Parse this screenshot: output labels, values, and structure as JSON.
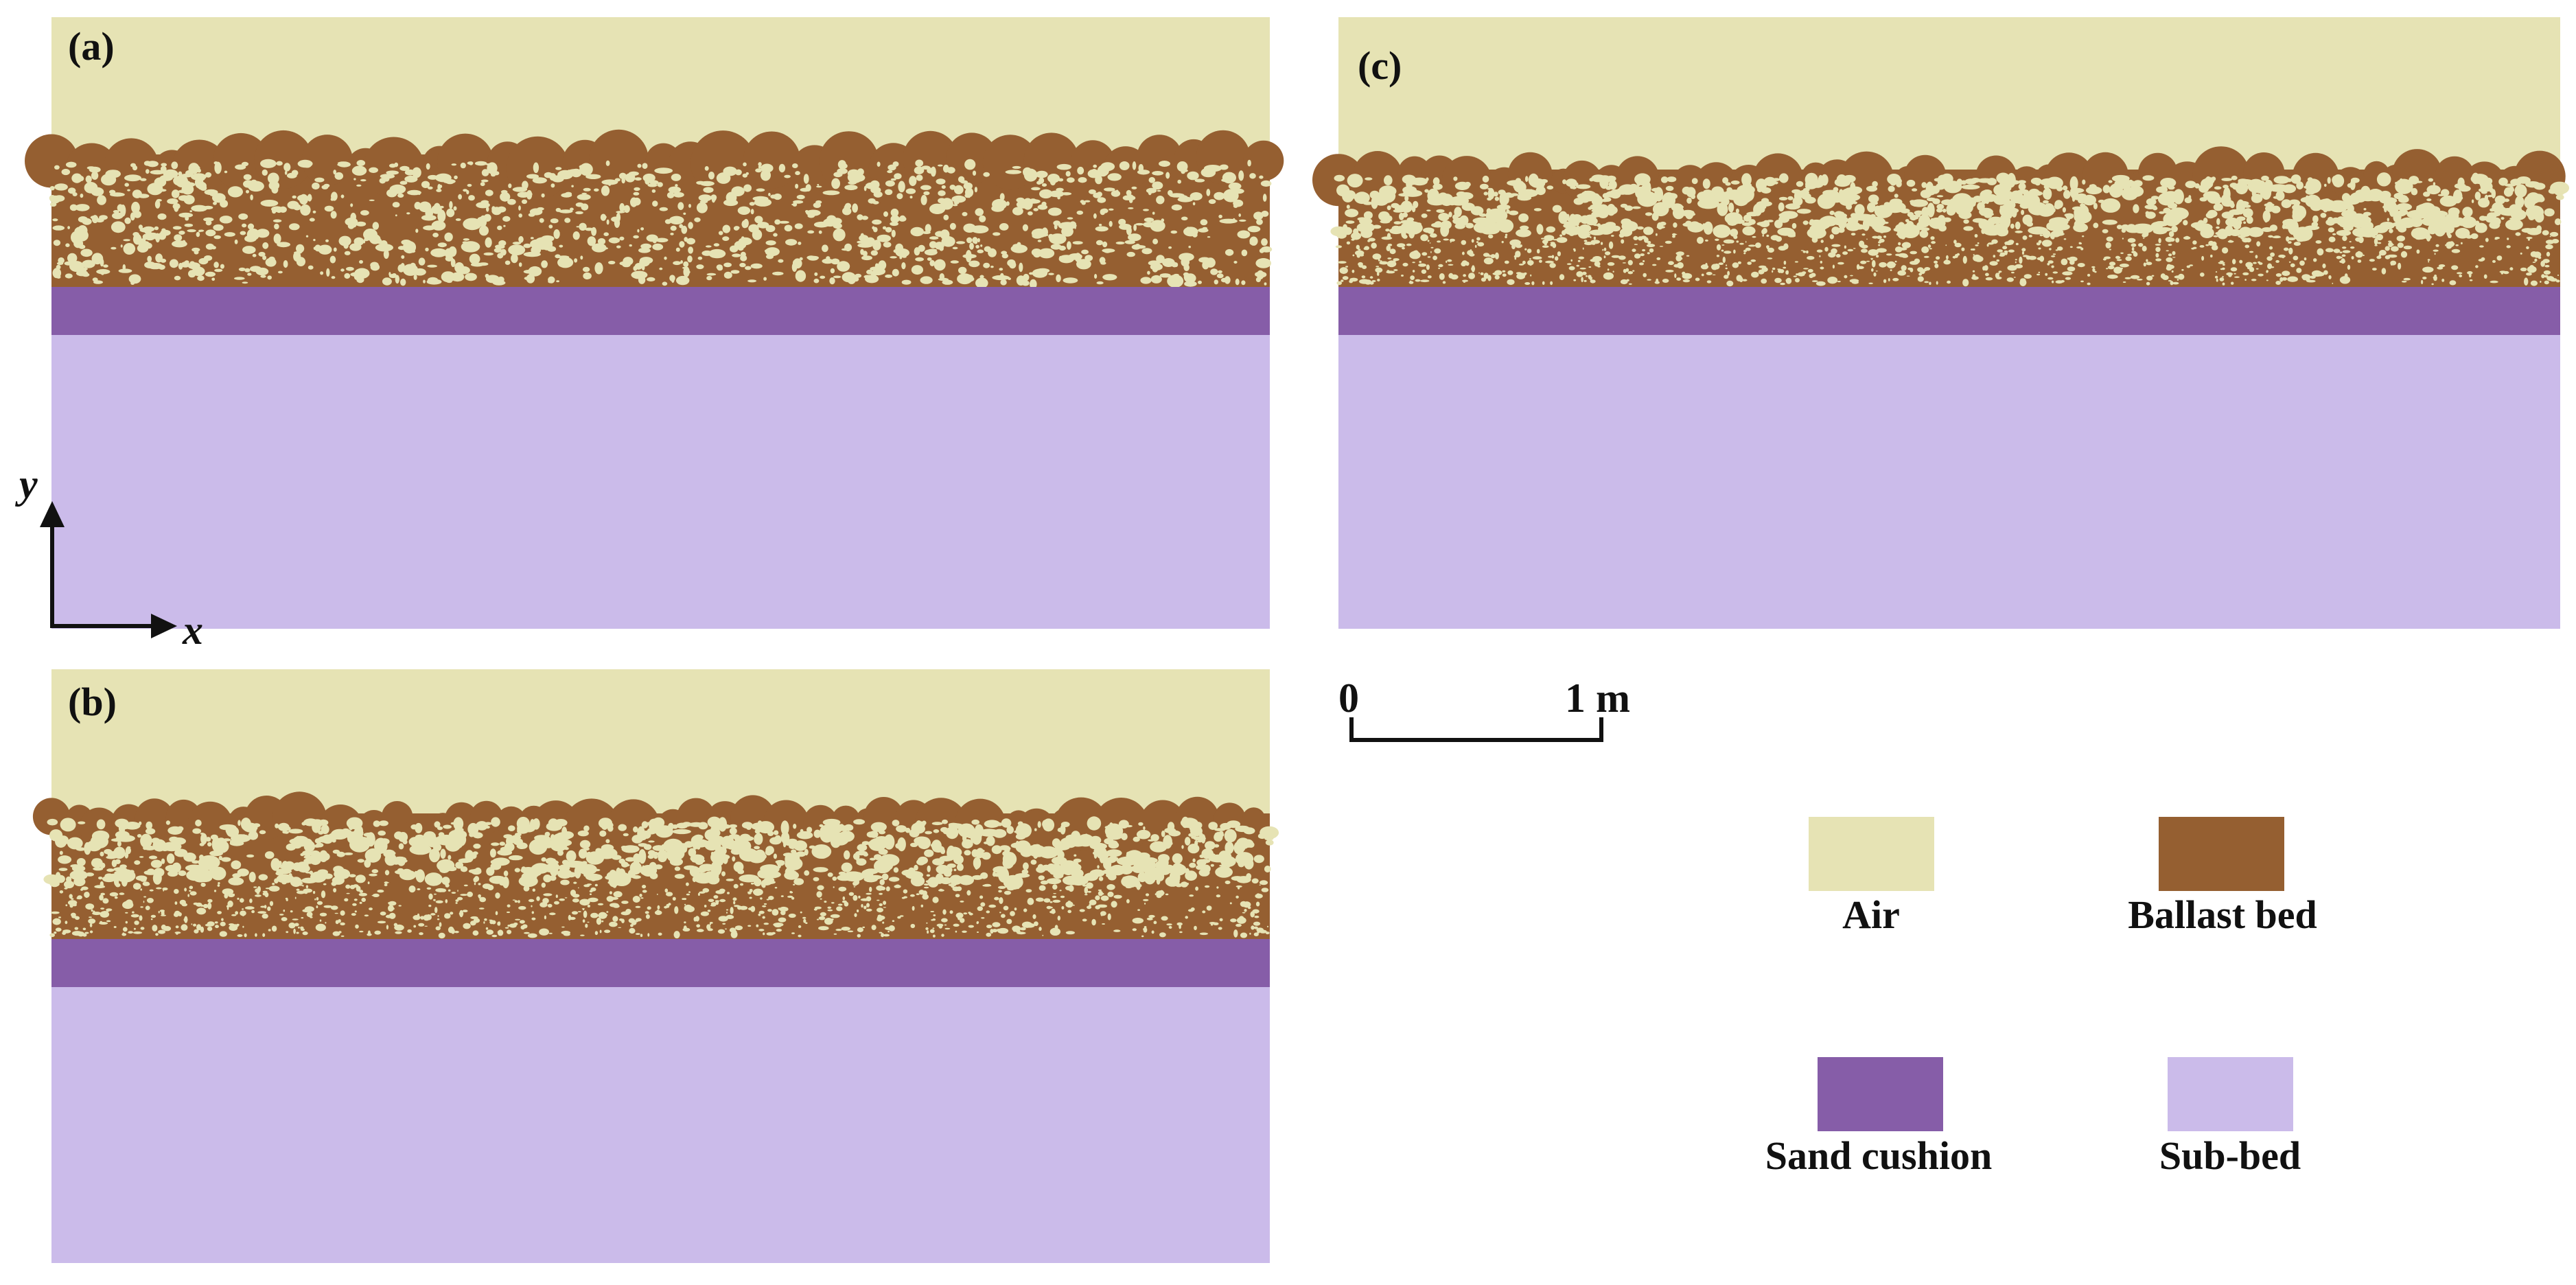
{
  "panels": [
    {
      "id": "a",
      "label": "(a)",
      "ballast_type": "uniform"
    },
    {
      "id": "b",
      "label": "(b)",
      "ballast_type": "graded"
    },
    {
      "id": "c",
      "label": "(c)",
      "ballast_type": "graded"
    }
  ],
  "axes": {
    "x_label": "x",
    "y_label": "y"
  },
  "scale_bar": {
    "start_label": "0",
    "end_label": "1 m"
  },
  "legend": [
    {
      "key": "air",
      "label": "Air",
      "color": "#e6e3b4"
    },
    {
      "key": "ballast",
      "label": "Ballast bed",
      "color": "#955f31"
    },
    {
      "key": "sand",
      "label": "Sand cushion",
      "color": "#865da8"
    },
    {
      "key": "subbed",
      "label": "Sub-bed",
      "color": "#cbbbea"
    }
  ],
  "colors": {
    "air": "#e6e3b4",
    "ballast": "#955f31",
    "sand": "#865da8",
    "subbed": "#cbbbea",
    "ink": "#111111"
  },
  "icons": {
    "axis_arrow": "arrow-icon"
  }
}
